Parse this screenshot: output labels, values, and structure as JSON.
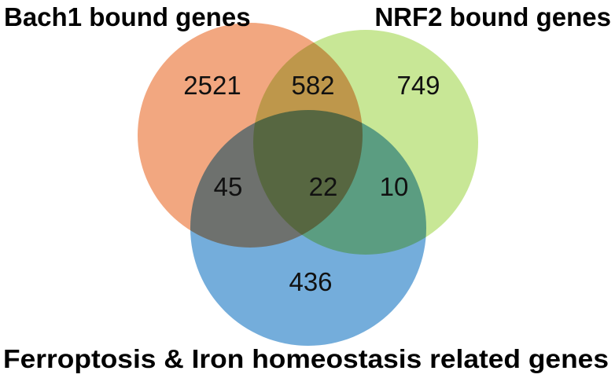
{
  "sets": [
    {
      "id": "bach1",
      "label": "Bach1 bound genes",
      "color": "#f2a780"
    },
    {
      "id": "nrf2",
      "label": "NRF2 bound genes",
      "color": "#c8e796"
    },
    {
      "id": "ferroptosis",
      "label": "Ferroptosis & Iron homeostasis related genes",
      "color": "#74addb"
    }
  ],
  "regions": {
    "bach1_only": "2521",
    "bach1_nrf2": "582",
    "nrf2_only": "749",
    "bach1_ferroptosis": "45",
    "all_three": "22",
    "nrf2_ferroptosis": "10",
    "ferroptosis_only": "436"
  }
}
